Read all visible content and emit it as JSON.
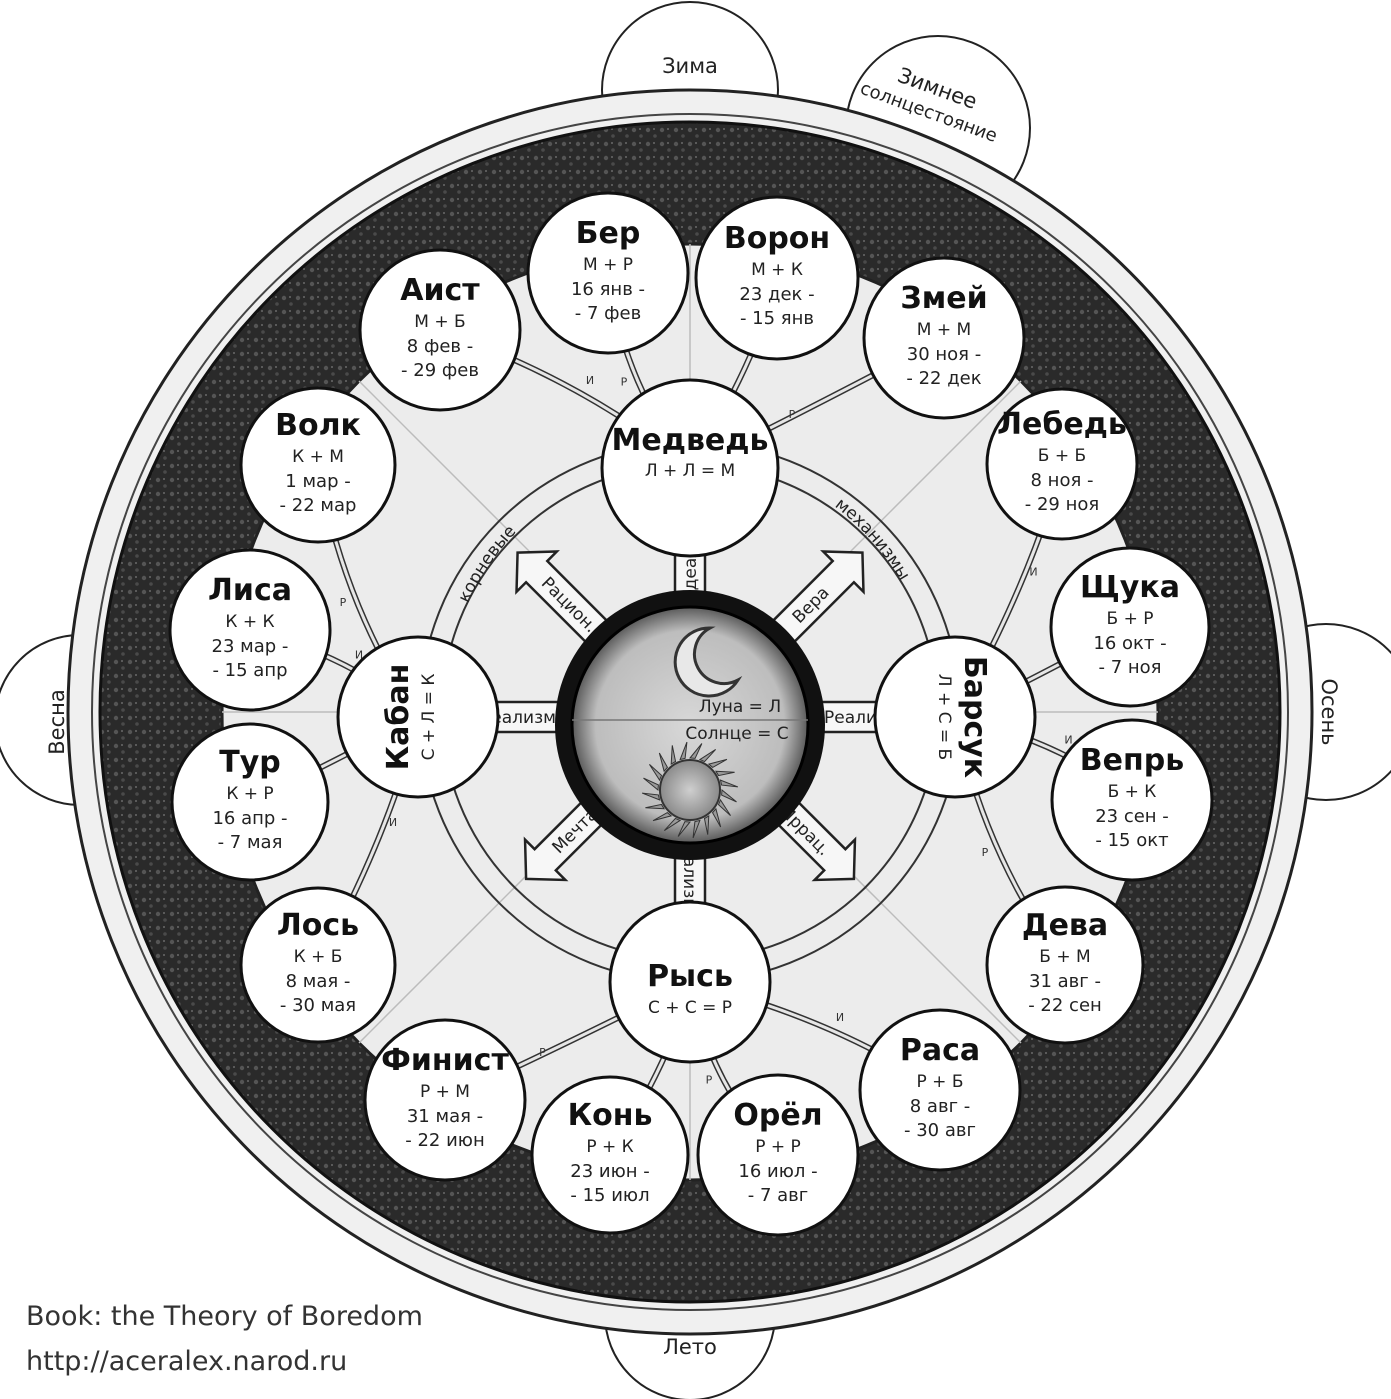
{
  "seasons": {
    "winter": "Зима",
    "solstice": [
      "Зимнее",
      "солнцестояние"
    ],
    "spring": "Весна",
    "autumn": "Осень",
    "summer": "Лето"
  },
  "outer_signs": [
    {
      "name": "Бер",
      "formula": "М + Р",
      "date1": "16 янв -",
      "date2": "- 7 фев"
    },
    {
      "name": "Ворон",
      "formula": "М + К",
      "date1": "23 дек -",
      "date2": "- 15 янв"
    },
    {
      "name": "Змей",
      "formula": "М + М",
      "date1": "30 ноя -",
      "date2": "- 22 дек"
    },
    {
      "name": "Лебедь",
      "formula": "Б + Б",
      "date1": "8 ноя -",
      "date2": "- 29 ноя"
    },
    {
      "name": "Щука",
      "formula": "Б + Р",
      "date1": "16 окт -",
      "date2": "- 7 ноя"
    },
    {
      "name": "Вепрь",
      "formula": "Б + К",
      "date1": "23 сен -",
      "date2": "- 15 окт"
    },
    {
      "name": "Дева",
      "formula": "Б + М",
      "date1": "31 авг -",
      "date2": "- 22 сен"
    },
    {
      "name": "Раса",
      "formula": "Р + Б",
      "date1": "8 авг -",
      "date2": "- 30 авг"
    },
    {
      "name": "Орёл",
      "formula": "Р + Р",
      "date1": "16 июл -",
      "date2": "- 7 авг"
    },
    {
      "name": "Конь",
      "formula": "Р + К",
      "date1": "23 июн -",
      "date2": "- 15 июл"
    },
    {
      "name": "Финист",
      "formula": "Р + М",
      "date1": "31 мая -",
      "date2": "- 22 июн"
    },
    {
      "name": "Лось",
      "formula": "К + Б",
      "date1": "8 мая -",
      "date2": "- 30 мая"
    },
    {
      "name": "Тур",
      "formula": "К + Р",
      "date1": "16 апр -",
      "date2": "- 7 мая"
    },
    {
      "name": "Лиса",
      "formula": "К + К",
      "date1": "23 мар -",
      "date2": "- 15 апр"
    },
    {
      "name": "Волк",
      "formula": "К + М",
      "date1": "1 мар -",
      "date2": "- 22 мар"
    },
    {
      "name": "Аист",
      "formula": "М + Б",
      "date1": "8 фев -",
      "date2": "- 29 фев"
    }
  ],
  "inner_signs": {
    "bear": {
      "name": "Медведь",
      "formula": "Л + Л = М"
    },
    "lynx": {
      "name": "Рысь",
      "formula": "С + С = Р"
    },
    "boar": {
      "name": "Кабан",
      "formula": "С + Л = К"
    },
    "badger": {
      "name": "Барсук",
      "formula": "Л + С = Б"
    }
  },
  "arcs": {
    "left": "корневые",
    "right": "механизмы"
  },
  "arrows": {
    "up": "Идеализм",
    "down": "Идеализм",
    "left": "Реализм",
    "right": "Реализм",
    "upper_left": "Рацион.",
    "upper_right": "Вера",
    "lower_left": "Мечта",
    "lower_right": "Иррац."
  },
  "center": {
    "moon": "Луна = Л",
    "sun": "Солнце = С"
  },
  "branch_labels": [
    "Р",
    "И"
  ],
  "credits": {
    "book": "Book: the Theory of Boredom",
    "url": "http://aceralex.narod.ru"
  },
  "colors": {
    "ring_dark": "#2b2b2b",
    "paper": "#f2f2f2",
    "ink": "#111111"
  }
}
